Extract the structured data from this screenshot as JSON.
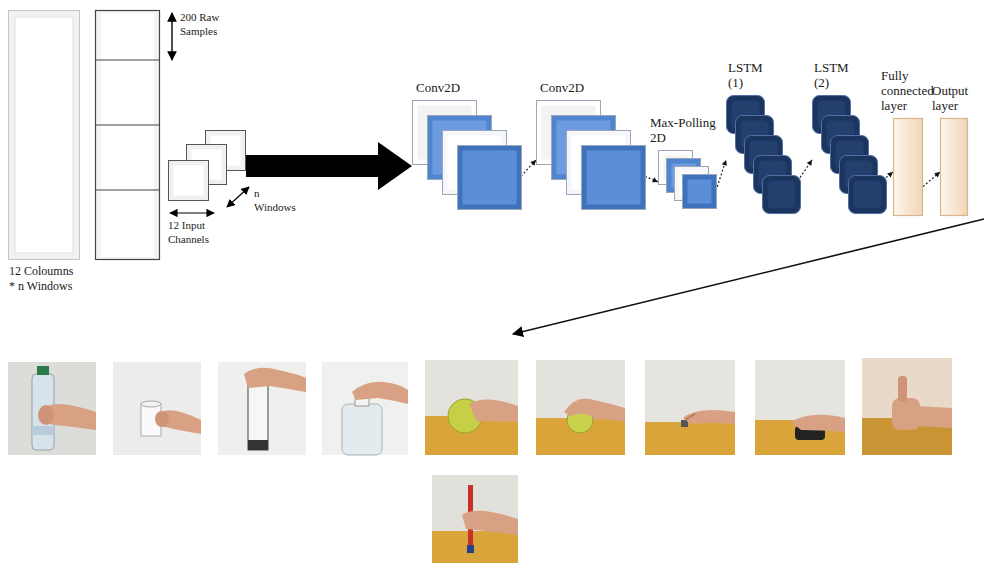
{
  "diagram": {
    "nodes": [
      {
        "text": [
          "12 Coloumns * n Windows"
        ]
      },
      {
        "text": [
          "200 Raw Samples"
        ]
      },
      {
        "text": [
          "n Windows",
          "12 Input Channels"
        ]
      },
      {
        "text": [
          "Conv2D"
        ]
      },
      {
        "text": [
          "Conv2D"
        ]
      },
      {
        "text": [
          "Max-Polling 2D"
        ]
      },
      {
        "text": [
          "LSTM (1)"
        ]
      },
      {
        "text": [
          "LSTM (2)"
        ]
      },
      {
        "text": [
          "Fully connected layer"
        ]
      },
      {
        "text": [
          "Output layer"
        ]
      }
    ],
    "edges": [
      {
        "from": 2,
        "to": 3,
        "arrow": "to"
      },
      {
        "from": 3,
        "to": 4,
        "arrow": "to"
      },
      {
        "from": 4,
        "to": 5,
        "arrow": "to"
      },
      {
        "from": 5,
        "to": 6,
        "arrow": "to"
      },
      {
        "from": 6,
        "to": 7,
        "arrow": "to"
      },
      {
        "from": 7,
        "to": 8,
        "arrow": "to"
      },
      {
        "from": 8,
        "to": 9,
        "arrow": "to"
      }
    ]
  }
}
